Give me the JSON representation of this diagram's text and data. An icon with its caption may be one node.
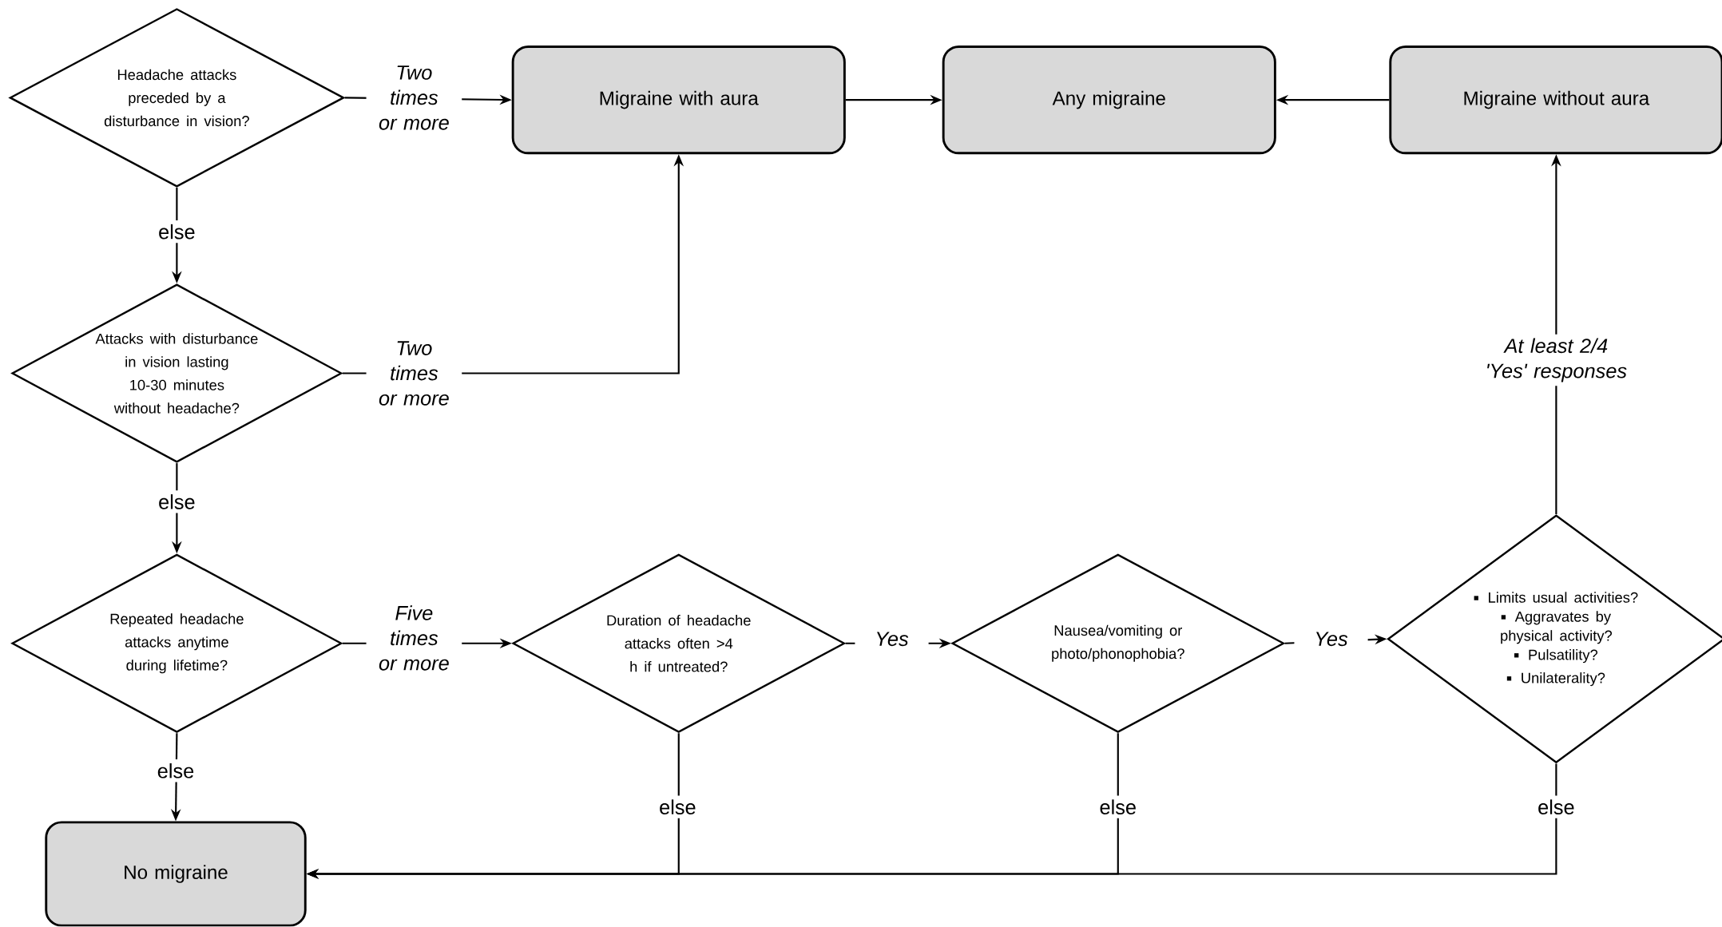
{
  "diagram": {
    "nodes": [
      {
        "text": [
          "Headache attacks preceded by a disturbance in vision?"
        ]
      },
      {
        "text": [
          "Migraine with aura"
        ]
      },
      {
        "text": [
          "Any migraine"
        ]
      },
      {
        "text": [
          "Migraine without aura"
        ]
      },
      {
        "text": [
          "Attacks with disturbance in vision lasting 10-30 minutes without headache?"
        ]
      },
      {
        "text": [
          "Repeated headache attacks anytime during lifetime?"
        ]
      },
      {
        "text": [
          "Duration of headache attacks often >4 h if untreated?"
        ]
      },
      {
        "text": [
          "Nausea/vomiting or photo/phonophobia?"
        ]
      },
      {
        "text": [
          "Limits usual activities?",
          "Aggravates by physical activity?",
          "Pulsatility?",
          "Unilaterality?"
        ]
      },
      {
        "text": [
          "No migraine"
        ]
      }
    ],
    "edges": [
      {
        "from": 0,
        "to": 1,
        "arrow": "to",
        "label": "Two times or more"
      },
      {
        "from": 0,
        "to": 4,
        "arrow": "to",
        "label": "else"
      },
      {
        "from": 4,
        "to": 1,
        "arrow": "to",
        "label": "Two times or more"
      },
      {
        "from": 4,
        "to": 5,
        "arrow": "to",
        "label": "else"
      },
      {
        "from": 5,
        "to": 6,
        "arrow": "to",
        "label": "Five times or more"
      },
      {
        "from": 5,
        "to": 9,
        "arrow": "to",
        "label": "else"
      },
      {
        "from": 6,
        "to": 7,
        "arrow": "to",
        "label": "Yes"
      },
      {
        "from": 7,
        "to": 8,
        "arrow": "to",
        "label": "Yes"
      },
      {
        "from": 8,
        "to": 3,
        "arrow": "to",
        "label": "At least 2/4 'Yes' responses"
      },
      {
        "from": 1,
        "to": 2,
        "arrow": "to"
      },
      {
        "from": 3,
        "to": 2,
        "arrow": "to"
      },
      {
        "from": 6,
        "to": 9,
        "arrow": "to",
        "label": "else"
      },
      {
        "from": 7,
        "to": 9,
        "arrow": "to",
        "label": "else"
      },
      {
        "from": 8,
        "to": 9,
        "arrow": "to",
        "label": "else"
      }
    ]
  }
}
